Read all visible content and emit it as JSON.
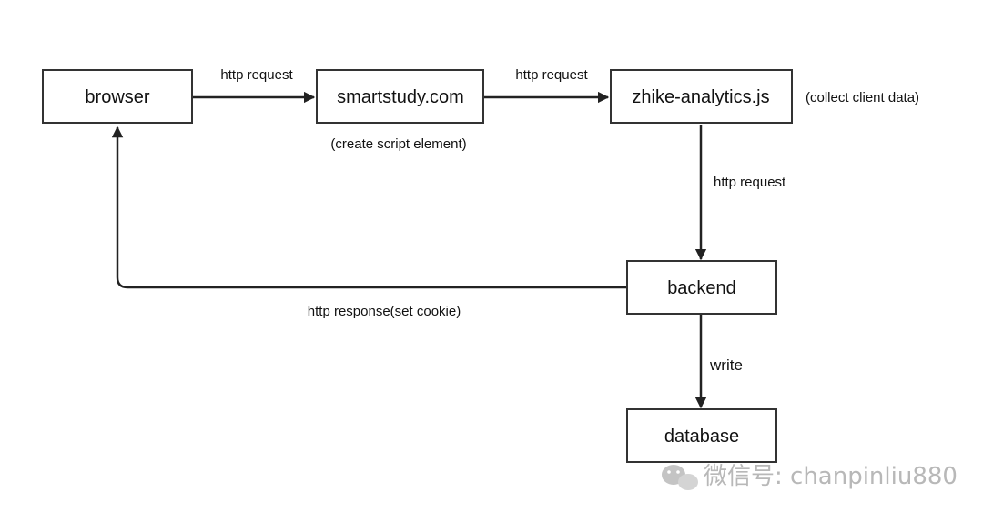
{
  "nodes": {
    "browser": "browser",
    "smartstudy": "smartstudy.com",
    "analytics": "zhike-analytics.js",
    "backend": "backend",
    "database": "database"
  },
  "edges": {
    "browser_to_smartstudy": "http request",
    "smartstudy_to_analytics": "http request",
    "analytics_to_backend": "http request",
    "backend_to_browser": "http response(set cookie)",
    "backend_to_database": "write"
  },
  "notes": {
    "smartstudy": "(create script element)",
    "analytics": "(collect client data)"
  },
  "watermark": {
    "text": "微信号: chanpinliu880",
    "icon": "wechat-icon",
    "color": "#b8b8b8"
  }
}
